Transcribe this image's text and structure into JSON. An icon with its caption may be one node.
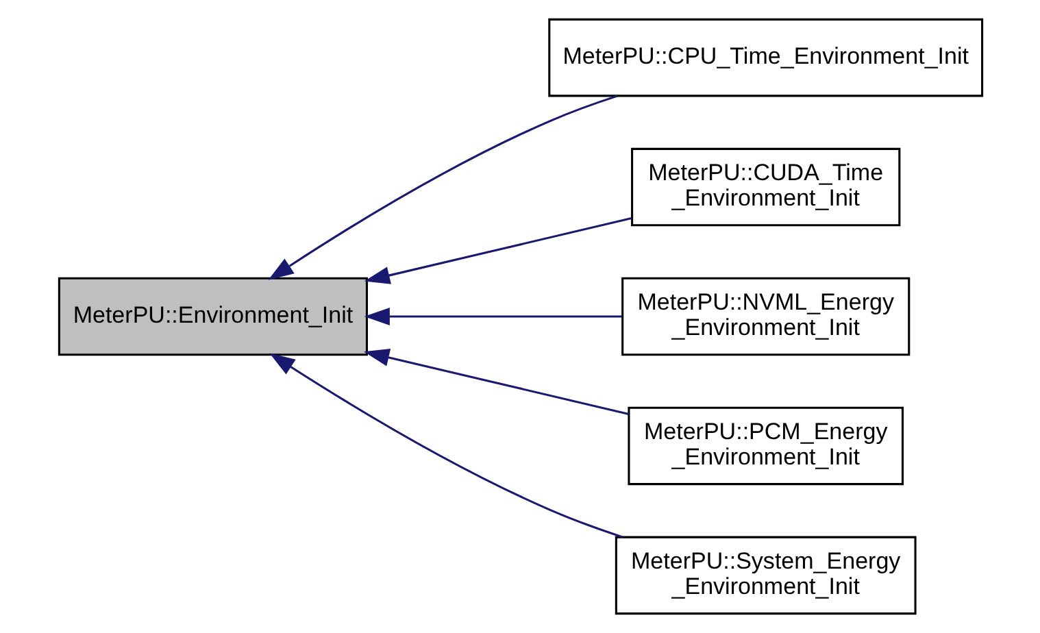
{
  "diagram": {
    "nodes": [
      {
        "text": [
          "MeterPU::Environment_Init"
        ]
      },
      {
        "text": [
          "MeterPU::CPU_Time_Environment_Init"
        ]
      },
      {
        "text": [
          "MeterPU::CUDA_Time _Environment_Init"
        ]
      },
      {
        "text": [
          "MeterPU::NVML_Energy _Environment_Init"
        ]
      },
      {
        "text": [
          "MeterPU::PCM_Energy _Environment_Init"
        ]
      },
      {
        "text": [
          "MeterPU::System_Energy _Environment_Init"
        ]
      }
    ],
    "edges": [
      {
        "from": 1,
        "to": 0,
        "arrow": "to"
      },
      {
        "from": 2,
        "to": 0,
        "arrow": "to"
      },
      {
        "from": 3,
        "to": 0,
        "arrow": "to"
      },
      {
        "from": 4,
        "to": 0,
        "arrow": "to"
      },
      {
        "from": 5,
        "to": 0,
        "arrow": "to"
      }
    ]
  }
}
